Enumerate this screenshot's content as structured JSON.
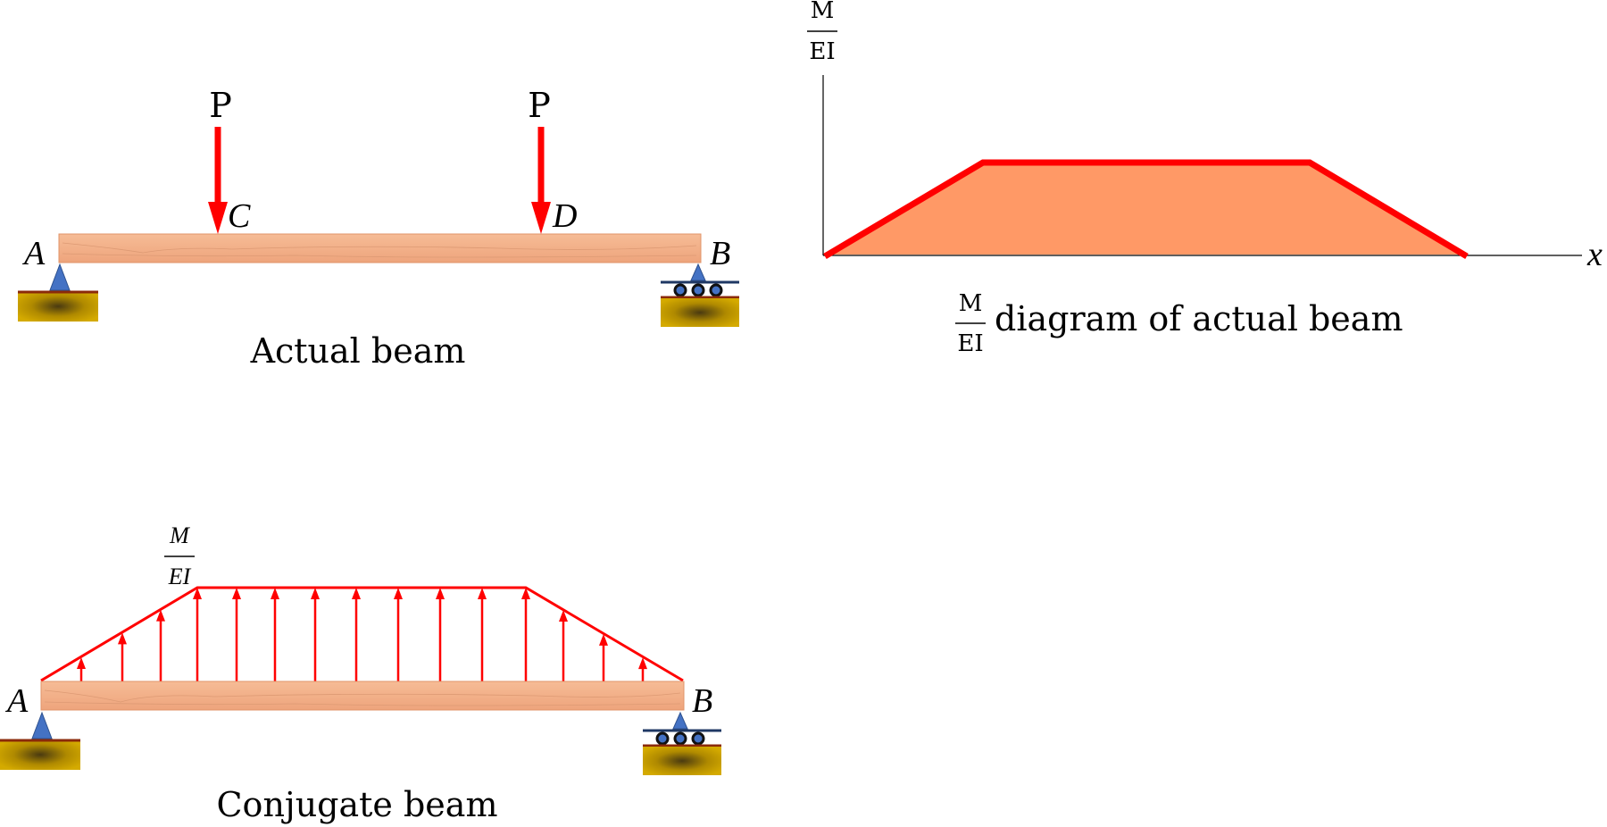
{
  "actual_beam": {
    "caption": "Actual beam",
    "load_left_label": "P",
    "load_right_label": "P",
    "point_a": "A",
    "point_b": "B",
    "point_c": "C",
    "point_d": "D"
  },
  "moment_diagram": {
    "axis_fraction_num": "M",
    "axis_fraction_den": "EI",
    "x_axis_label": "x",
    "caption_fraction_num": "M",
    "caption_fraction_den": "EI",
    "caption_text": "diagram of actual beam"
  },
  "conjugate_beam": {
    "caption": "Conjugate beam",
    "load_fraction_num": "M",
    "load_fraction_den": "EI",
    "point_a": "A",
    "point_b": "B"
  },
  "colors": {
    "beam": "#f3b48c",
    "load_red": "#ff0000",
    "diagram_fill": "#ff9966",
    "support_blue": "#4472c4",
    "ground_gold": "#c8a000"
  }
}
